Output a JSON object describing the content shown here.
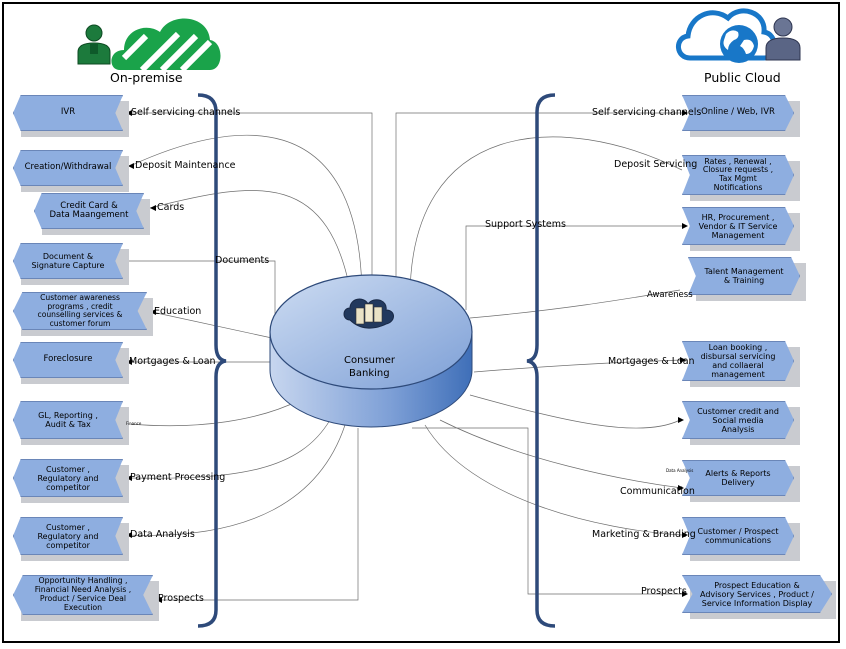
{
  "header": {
    "left_title": "On-premise",
    "right_title": "Public Cloud"
  },
  "center": {
    "title_line1": "Consumer",
    "title_line2": "Banking"
  },
  "left_boxes": [
    "IVR",
    "Creation/Withdrawal",
    "Credit Card & Data Maangement",
    "Document & Signature Capture",
    "Customer awareness programs , credit counselling services & customer forum",
    "Foreclosure",
    "GL, Reporting , Audit & Tax",
    "Customer , Regulatory and competitor",
    "Customer , Regulatory and competitor",
    "Opportunity Handling , Financial Need Analysis , Product / Service Deal Execution"
  ],
  "left_labels": [
    "Self servicing channels",
    "Deposit Maintenance",
    "Cards",
    "Documents",
    "Education",
    "Mortgages & Loan",
    "Payment Processing",
    "Data Analysis",
    "Prospects"
  ],
  "left_tiny_label": "Finance",
  "right_boxes": [
    "Online / Web, IVR",
    "Rates , Renewal , Closure requests , Tax Mgmt Notifications",
    "HR, Procurement , Vendor & IT Service Management",
    "Talent Management & Training",
    "Loan booking , disbursal servicing and collaeral management",
    "Customer credit and Social media Analysis",
    "Alerts & Reports Delivery",
    "Customer / Prospect communications",
    "Prospect Education & Advisory Services , Product / Service Information Display"
  ],
  "right_labels": [
    "Self servicing channels",
    "Deposit Servicing",
    "Support Systems",
    "Awareness",
    "Mortgages & Loan",
    "Communication",
    "Marketing & Branding",
    "Prospects"
  ],
  "right_tiny_label": "Data Analysis",
  "colors": {
    "box_fill": "#8eaee0",
    "bracket": "#2e4a7a",
    "cloud_green": "#1aa34a",
    "cloud_blue": "#1877c8",
    "cylinder": "#6f94cf"
  },
  "icons": [
    "person-green-icon",
    "cloud-green-icon",
    "cloud-globe-icon",
    "person-blue-icon",
    "server-cloud-icon"
  ]
}
